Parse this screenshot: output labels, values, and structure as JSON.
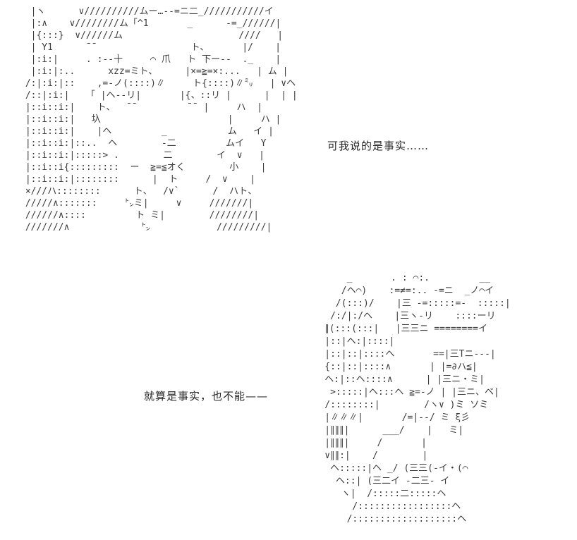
{
  "page": {
    "background_color": "#ffffff",
    "ink_color": "#3c3c3c",
    "top_dialogue": "可我说的是事实……",
    "bottom_dialogue": "就算是事实，也不能——",
    "top_figure": {
      "name": "ascii-art-girl-front-view",
      "lines": [
        "  |ヽ      ∨//////////ムー…‐-=ニ二_///////////イ",
        "  |:∧    ∨////////ム「^1       _      ‐=_//////|",
        "  |{:::}  ∨//////ム                     ////   |",
        "  | Y1      ̄ ̄                  ト、      |/    |",
        "  |:i:|     . :-‐十     ⌒ 爪   ト 下ー--  ._    |",
        "  |:i:|:..      xzz=ミト、     |×=≧=×:...   | ム |",
        " /:|:i:|::    ,=‐ノ(::::)∥     ト{::::)∥㍉   | ∨ヘ",
        " /::|:i:|   「 |ヘ--リ|       |{、::リ |      |  | |",
        " |::i::i:|    ト、  ̄ ̄          ̄ ̄  |     ハ  |",
        " |::i::i:|   圦                       |     ハ |",
        " |::i::i:|    |ヘ         _           ム   イ |",
        " |::i::i:|::..  ヘ        ‐二         ムイ   Y",
        " |::i::i:|:::::> .        二        イ  ∨   |",
        " |::i::i{:::::::::  ー  ≧=≦オく        小    |",
        " |::i::i:|::::::::      |  ト     /  ∨    |",
        " ×///ハ::::::::      ト、  /∨`      /  ハト、",
        " /////∧:::::::     ㌧ミ|     ∨     ///////|",
        " //////∧::::         ト ミ|        ////////|",
        " ///////∧             ㌧            /////////|"
      ]
    },
    "bottom_figure": {
      "name": "ascii-art-girl-side-view-hand-raised",
      "lines": [
        "              _       . : ⌒:.         __",
        "             /ヘ⌒)    :=≠=:.. ‐=ニ  _ノ⌒イ",
        "            /(:::)/    |三 ‐=:::::=‐  :::::|",
        "           /:/|:/ヘ    |三ヽ-リ    ::::ーリ",
        "          ∥(:::(:::|   |三三ニ ========イ",
        "          |::|ヘ:|::::|",
        "          |::|::|::::ヘ       ==|三Tニ---|",
        "          {::|::|::::∧       | |=∂ハ≦|",
        "          ヘ:|::ヘ::::∧      | |三ニ・ミ|",
        "           >:::::|ヘ:::ヘ ≧=-ノ | |三ニ、ベ|",
        "          /::::::::|        /ヽ∨ )ミ ソミ",
        "          |∥∥∥|       /=|--/ ミ ξ彡",
        "          |∥∥∥|      ___/    |   ミ|",
        "          |∥∥∥|     /       |",
        "          ∨∥∥:|    /        |",
        "           ヘ:::::|ヘ _/ (三三(‐イ・(⌒",
        "            ヘ::| (三二イ ‐二三‐ イ",
        "             ヽ|  /:::::二:::::ヘ",
        "               /:::::::::::::::::ヘ",
        "              /:::::::::::::::::::ヘ"
      ]
    }
  }
}
